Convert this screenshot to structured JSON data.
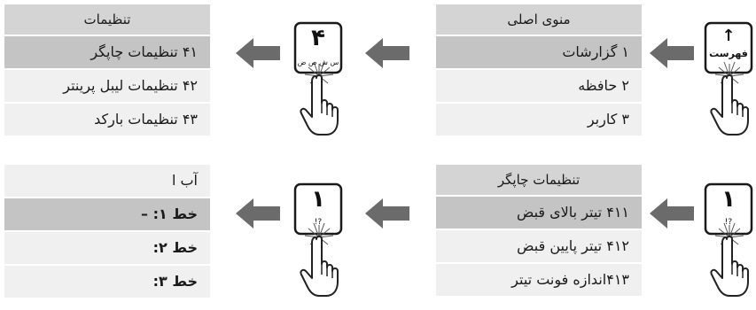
{
  "colors": {
    "arrow": "#6b6b6b",
    "title_bg": "#d4d4d4",
    "highlight_bg": "#c4c4c4",
    "row_bg": "#f0f0f0"
  },
  "panels": {
    "main_menu": {
      "title": "منوی اصلی",
      "items": [
        "۱ گزارشات",
        "۲ حافظه",
        "۳ کاربر"
      ]
    },
    "settings": {
      "title": "تنظیمات",
      "items": [
        "۴۱ تنظیمات چاپگر",
        "۴۲ تنظیمات لیبل پرینتر",
        "۴۳ تنظیمات بارکد"
      ]
    },
    "printer_settings": {
      "title": "تنظیمات چاپگر",
      "items": [
        "۴۱۱ تیتر بالای قبض",
        "۴۱۲ تیتر پایین قبض",
        "۴۱۳اندازه فونت تیتر"
      ]
    },
    "header_edit": {
      "title": "آب ا",
      "items": [
        "خط ۱: –",
        "خط ۲:",
        "خط ۳:"
      ]
    }
  },
  "keys": {
    "menu_key": {
      "icon": "arrow-up-icon",
      "label": "فهرست"
    },
    "key_4": {
      "digit": "۴",
      "sublabel": "س ش ص ض"
    },
    "key_1_top": {
      "digit": "۱",
      "sublabel": "!?"
    },
    "key_1_bottom": {
      "digit": "۱",
      "sublabel": "!?"
    }
  }
}
